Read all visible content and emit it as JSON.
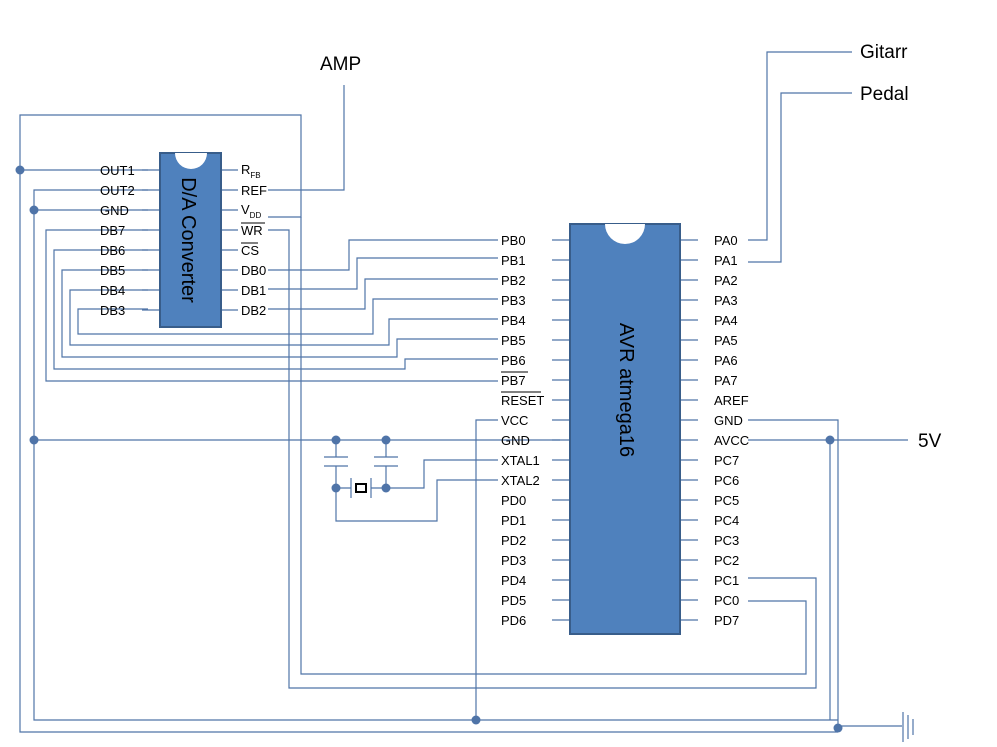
{
  "labels": {
    "amp": "AMP",
    "gitarr": "Gitarr",
    "pedal": "Pedal",
    "supply": "5V"
  },
  "dac": {
    "name": "D/A Converter",
    "left_pins": [
      "OUT1",
      "OUT2",
      "GND",
      "DB7",
      "DB6",
      "DB5",
      "DB4",
      "DB3"
    ],
    "right_pins": {
      "rfb_main": "R",
      "rfb_sub": "FB",
      "ref": "REF",
      "vdd_main": "V",
      "vdd_sub": "DD",
      "wr": "WR",
      "cs": "CS",
      "db0": "DB0",
      "db1": "DB1",
      "db2": "DB2"
    }
  },
  "mcu": {
    "name": "AVR atmega16",
    "left_pins": [
      "PB0",
      "PB1",
      "PB2",
      "PB3",
      "PB4",
      "PB5",
      "PB6",
      "PB7",
      "RESET",
      "VCC",
      "GND",
      "XTAL1",
      "XTAL2",
      "PD0",
      "PD1",
      "PD2",
      "PD3",
      "PD4",
      "PD5",
      "PD6"
    ],
    "right_pins": [
      "PA0",
      "PA1",
      "PA2",
      "PA3",
      "PA4",
      "PA5",
      "PA6",
      "PA7",
      "AREF",
      "GND",
      "AVCC",
      "PC7",
      "PC6",
      "PC5",
      "PC4",
      "PC3",
      "PC2",
      "PC1",
      "PC0",
      "PD7"
    ]
  },
  "colors": {
    "chip_fill": "#4f81bd",
    "chip_border": "#385d8a",
    "wire": "#4f74a8"
  },
  "icons": {
    "ground": "ground-symbol-icon",
    "crystal": "crystal-icon",
    "capacitor": "capacitor-icon"
  }
}
